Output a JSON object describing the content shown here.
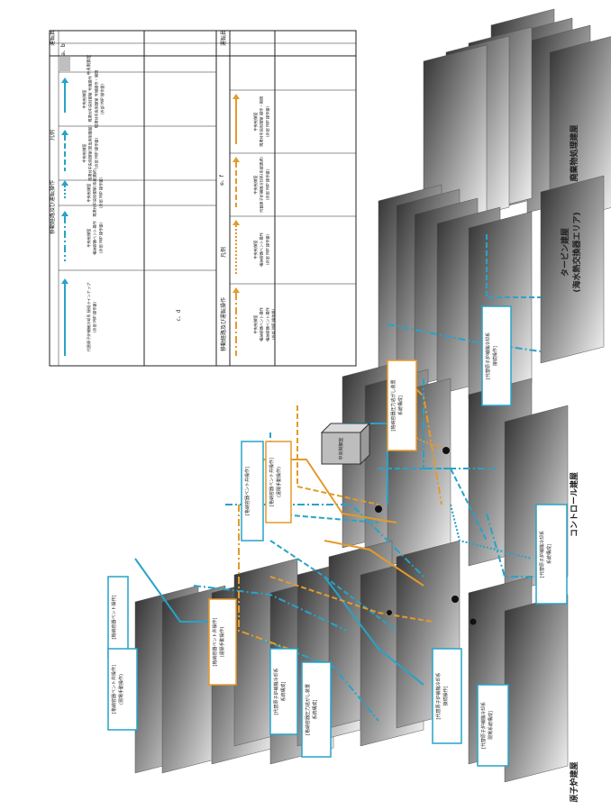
{
  "legend": {
    "header_a": {
      "col_op": "運転員",
      "col_legend": "凡例",
      "col_ops": "移動経路及び運転操作"
    },
    "a_label": "a、b",
    "a_row0": "中央制御室",
    "a_row1_lines": [
      "中央制御室",
      "現場付中央制御室 号機操作",
      "現場付中央制御室 号機操作・開閉",
      "(外部 M/P 操作盤)"
    ],
    "a_row2_lines": [
      "中央制御室",
      "現場付中央制御室(緊急用制御盤)",
      "(外部 M/P 操作盤)"
    ],
    "cd_label": "c、d",
    "c_row1_lines": [
      "中央制御室",
      "現場付中央制御室(系統選択)",
      "(外部 M/P 操作盤)"
    ],
    "c_row2_lines": [
      "中央制御室",
      "格納容器ベント操作",
      "(外部 M/P 操作盤)"
    ],
    "c_row3_lines": [
      "代替原子炉補機冷却系 接続ラインナップ",
      "(外部 M/P 操作盤)"
    ],
    "ef_label": "e、f",
    "e_row1_lines": [
      "中央制御室",
      "現場付中央制御室 操作・開閉",
      "(外部 M/P 操作盤)"
    ],
    "e_row2_lines": [
      "中央制御室",
      "代替原子炉補機冷却系(系統選択)",
      "(外部 M/P 操作盤)"
    ],
    "e_row3_lines": [
      "中央制御室",
      "格納容器ベント操作",
      "(外部 M/P 操作盤)"
    ],
    "e_row4_lines": [
      "中央制御室",
      "格納容器ベント操作",
      "格納容器ベント操作",
      "(外部 M/P 操作盤)"
    ]
  },
  "buildings": {
    "turbine": "タービン建屋\n(海水熱交換器エリア)",
    "turbine_lines": [
      "タービン建屋",
      "(海水熱交換器エリア)"
    ],
    "waste": "廃棄物処理建屋",
    "control": "コントロール建屋",
    "reactor": "原子炉建屋",
    "central_control_room": "中央制御室"
  },
  "callouts": {
    "c1": "[格納容器ベント操作]",
    "c2": "[格納容器ベント弁操作]\n(現場手動操作)",
    "c3": "[格納容器ベント弁操作]\n(遠隔手動操作)",
    "c4": "[代替原子炉補機冷却系\n系統構成]",
    "c5": "[格納容器圧力逃がし装置\n系統構成]",
    "c6": "[代替原子炉補機冷却系\n接続操作]",
    "c7": "[代替原子炉補機冷却系\n現場系統構成]",
    "c8": "[格納容器ベント弁操作]"
  },
  "callout_lines": {
    "c1": [
      "[格納容器ベント操作]"
    ],
    "c2": [
      "[格納容器ベント弁操作]",
      "(現場手動操作)"
    ],
    "c3": [
      "[格納容器ベント弁操作]",
      "(遠隔手動操作)"
    ],
    "c4": [
      "[代替原子炉補機冷却系",
      "系統構成]"
    ],
    "c5": [
      "[格納容器圧力逃がし装置",
      "系統構成]"
    ],
    "c6": [
      "[代替原子炉補機冷却系",
      "接続操作]"
    ],
    "c7": [
      "[代替原子炉補機冷却系",
      "現場系統構成]"
    ],
    "c8": [
      "[格納容器ベント弁操作]"
    ]
  },
  "colors": {
    "cyan": "#27a3c8",
    "orange": "#e49a2a",
    "floor_dark": "#3a3a3a",
    "floor_light": "#f2f2f2",
    "ink": "#222222"
  }
}
